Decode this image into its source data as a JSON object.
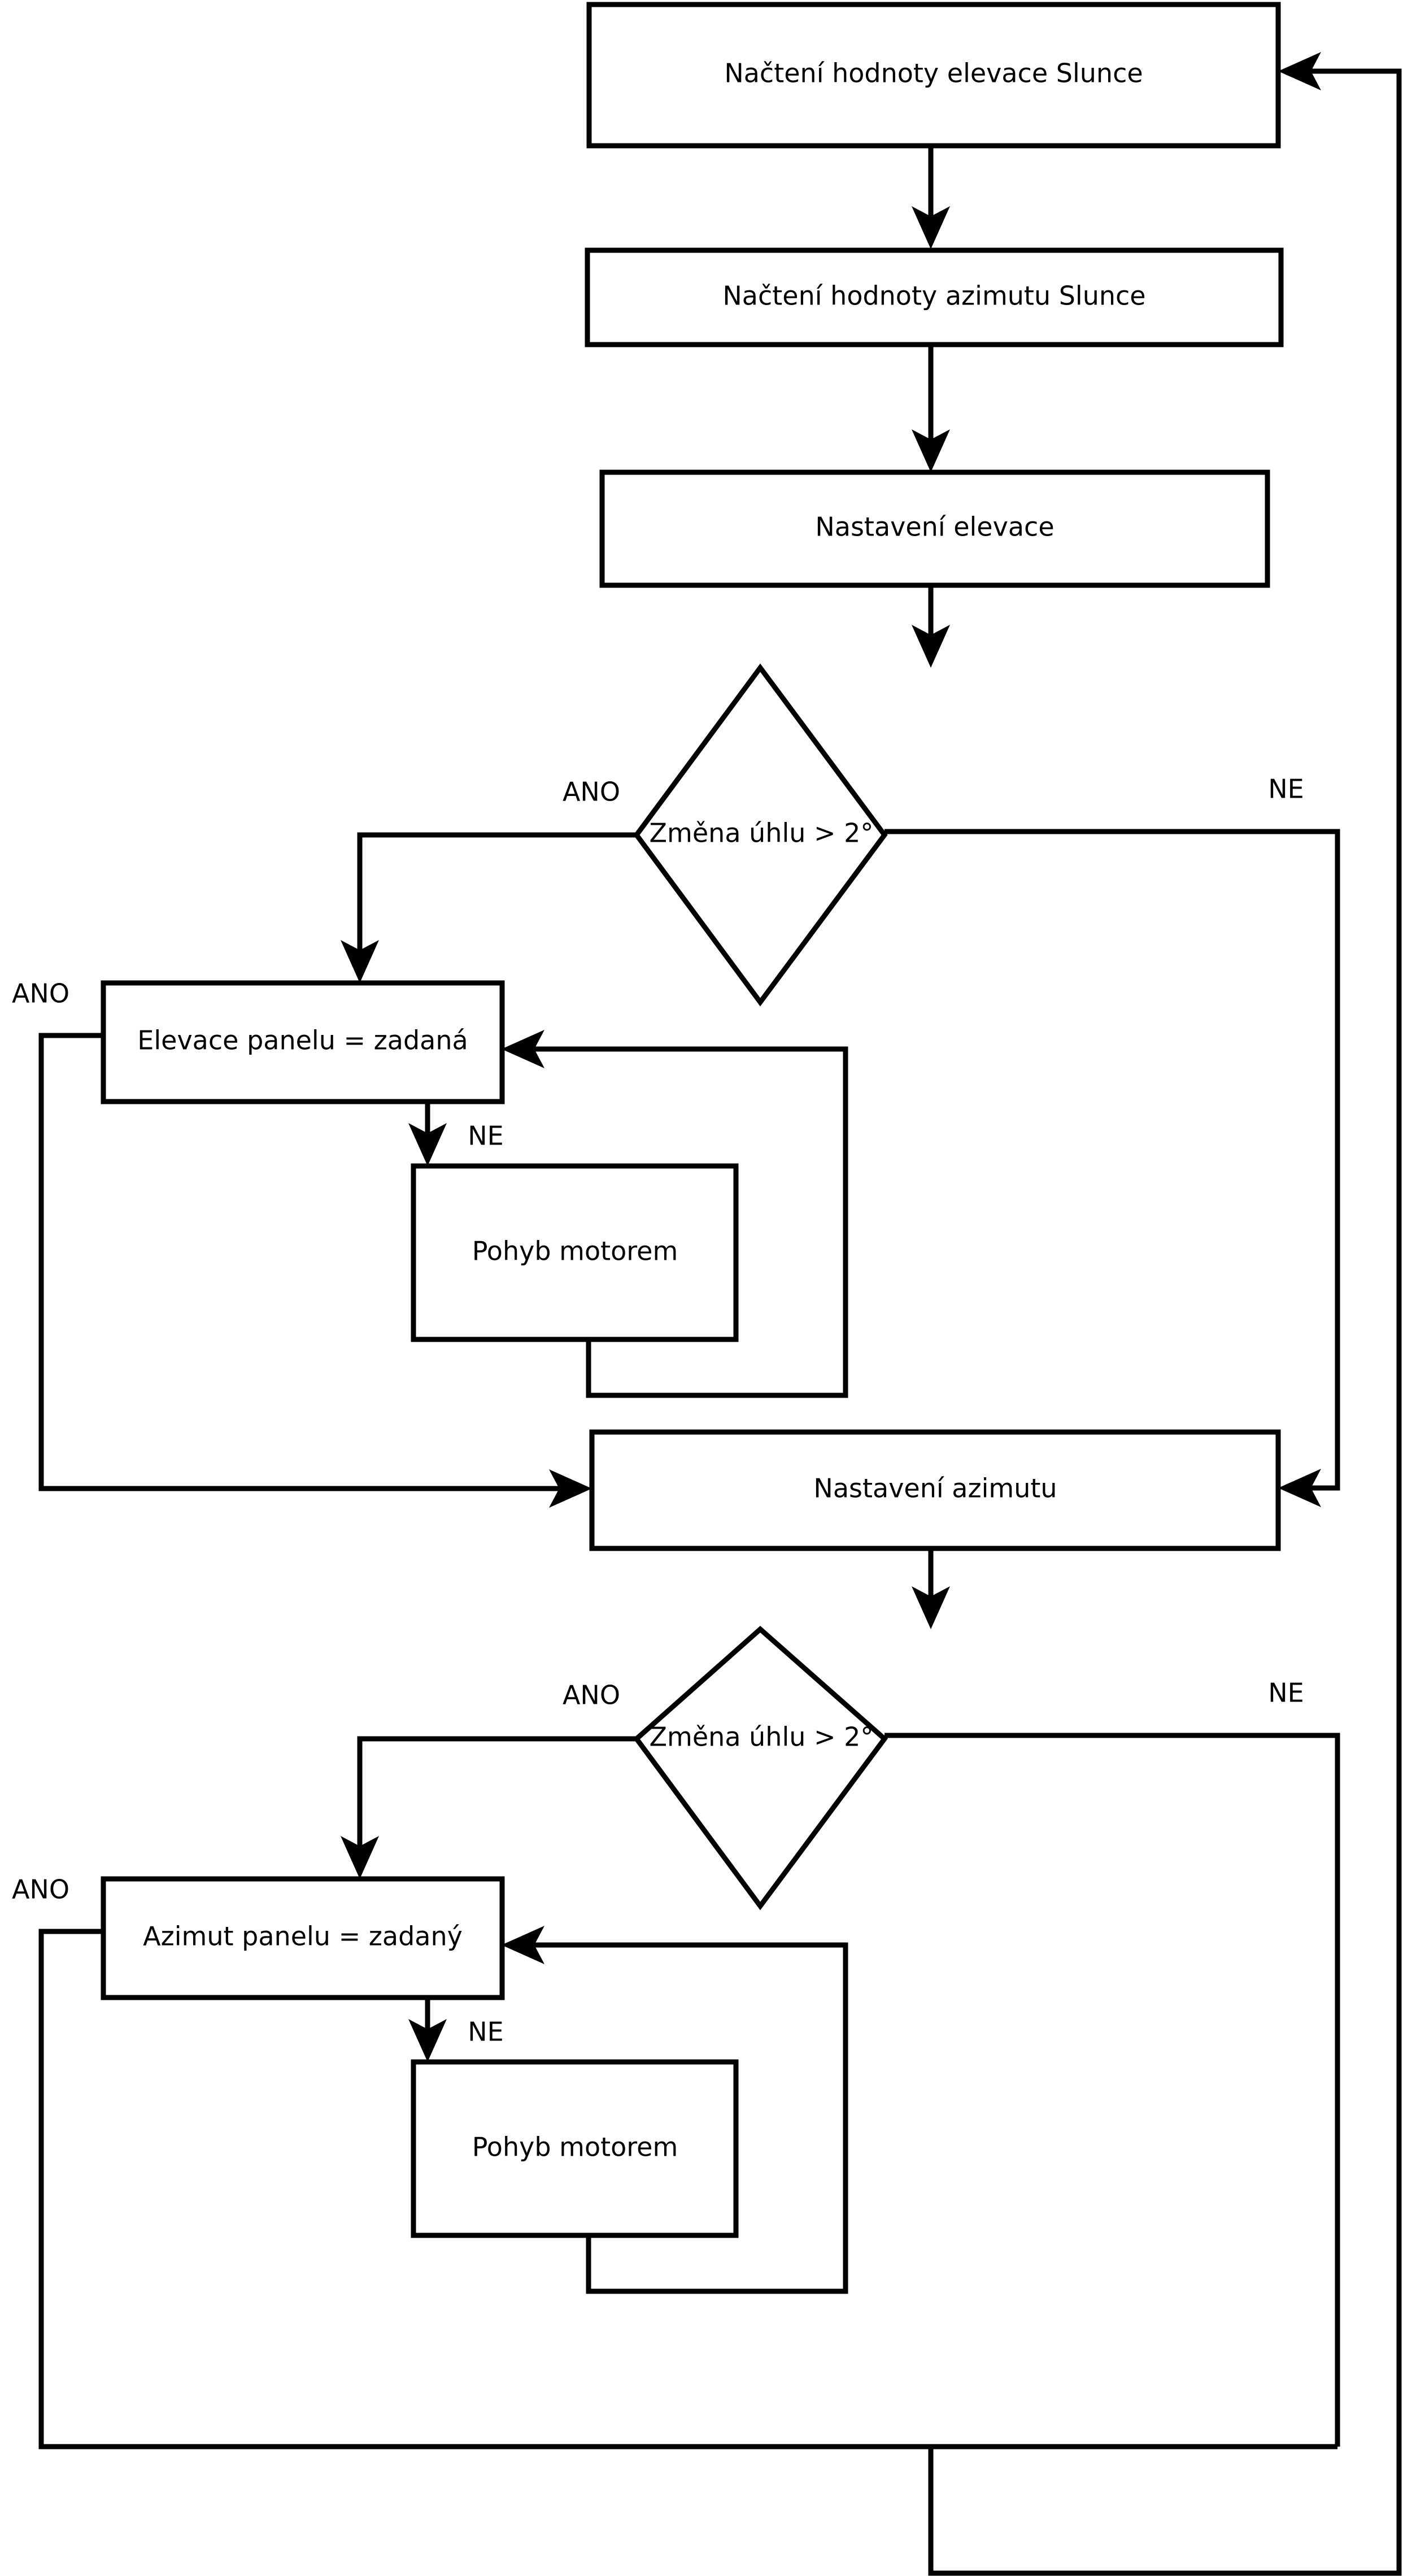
{
  "diagram": {
    "type": "flowchart",
    "language": "cs",
    "orientation": "top-to-bottom",
    "colors": {
      "background": "#ffffff",
      "stroke": "#000000",
      "node_fill": "#ffffff",
      "text": "#000000"
    },
    "nodes": [
      {
        "id": "read_elevation",
        "shape": "process",
        "label": "Načtení hodnoty elevace Slunce"
      },
      {
        "id": "read_azimuth",
        "shape": "process",
        "label": "Načtení hodnoty azimutu Slunce"
      },
      {
        "id": "set_elevation",
        "shape": "process",
        "label": "Nastavení elevace"
      },
      {
        "id": "decide_elev",
        "shape": "decision",
        "label": "Změna úhlu > 2°"
      },
      {
        "id": "panel_elev_eq",
        "shape": "process",
        "label": "Elevace panelu = zadaná"
      },
      {
        "id": "motor_move_1",
        "shape": "process",
        "label": "Pohyb motorem"
      },
      {
        "id": "set_azimuth",
        "shape": "process",
        "label": "Nastavení azimutu"
      },
      {
        "id": "decide_azim",
        "shape": "decision",
        "label": "Změna úhlu > 2°"
      },
      {
        "id": "panel_azim_eq",
        "shape": "process",
        "label": "Azimut panelu = zadaný"
      },
      {
        "id": "motor_move_2",
        "shape": "process",
        "label": "Pohyb motorem"
      }
    ],
    "edge_labels": {
      "decide_elev_yes": "ANO",
      "decide_elev_no": "NE",
      "panel_elev_yes": "ANO",
      "panel_elev_no": "NE",
      "decide_azim_yes": "ANO",
      "decide_azim_no": "NE",
      "panel_azim_yes": "ANO",
      "panel_azim_no": "NE"
    },
    "edges": [
      {
        "from": "read_elevation",
        "to": "read_azimuth",
        "label": ""
      },
      {
        "from": "read_azimuth",
        "to": "set_elevation",
        "label": ""
      },
      {
        "from": "set_elevation",
        "to": "decide_elev",
        "label": ""
      },
      {
        "from": "decide_elev",
        "to": "panel_elev_eq",
        "label": "ANO"
      },
      {
        "from": "decide_elev",
        "to": "set_azimuth",
        "label": "NE"
      },
      {
        "from": "panel_elev_eq",
        "to": "set_azimuth",
        "label": "ANO"
      },
      {
        "from": "panel_elev_eq",
        "to": "motor_move_1",
        "label": "NE"
      },
      {
        "from": "motor_move_1",
        "to": "panel_elev_eq",
        "label": ""
      },
      {
        "from": "set_azimuth",
        "to": "decide_azim",
        "label": ""
      },
      {
        "from": "decide_azim",
        "to": "panel_azim_eq",
        "label": "ANO"
      },
      {
        "from": "decide_azim",
        "to": "read_elevation",
        "label": "NE"
      },
      {
        "from": "panel_azim_eq",
        "to": "read_elevation",
        "label": "ANO"
      },
      {
        "from": "panel_azim_eq",
        "to": "motor_move_2",
        "label": "NE"
      },
      {
        "from": "motor_move_2",
        "to": "panel_azim_eq",
        "label": ""
      }
    ]
  }
}
